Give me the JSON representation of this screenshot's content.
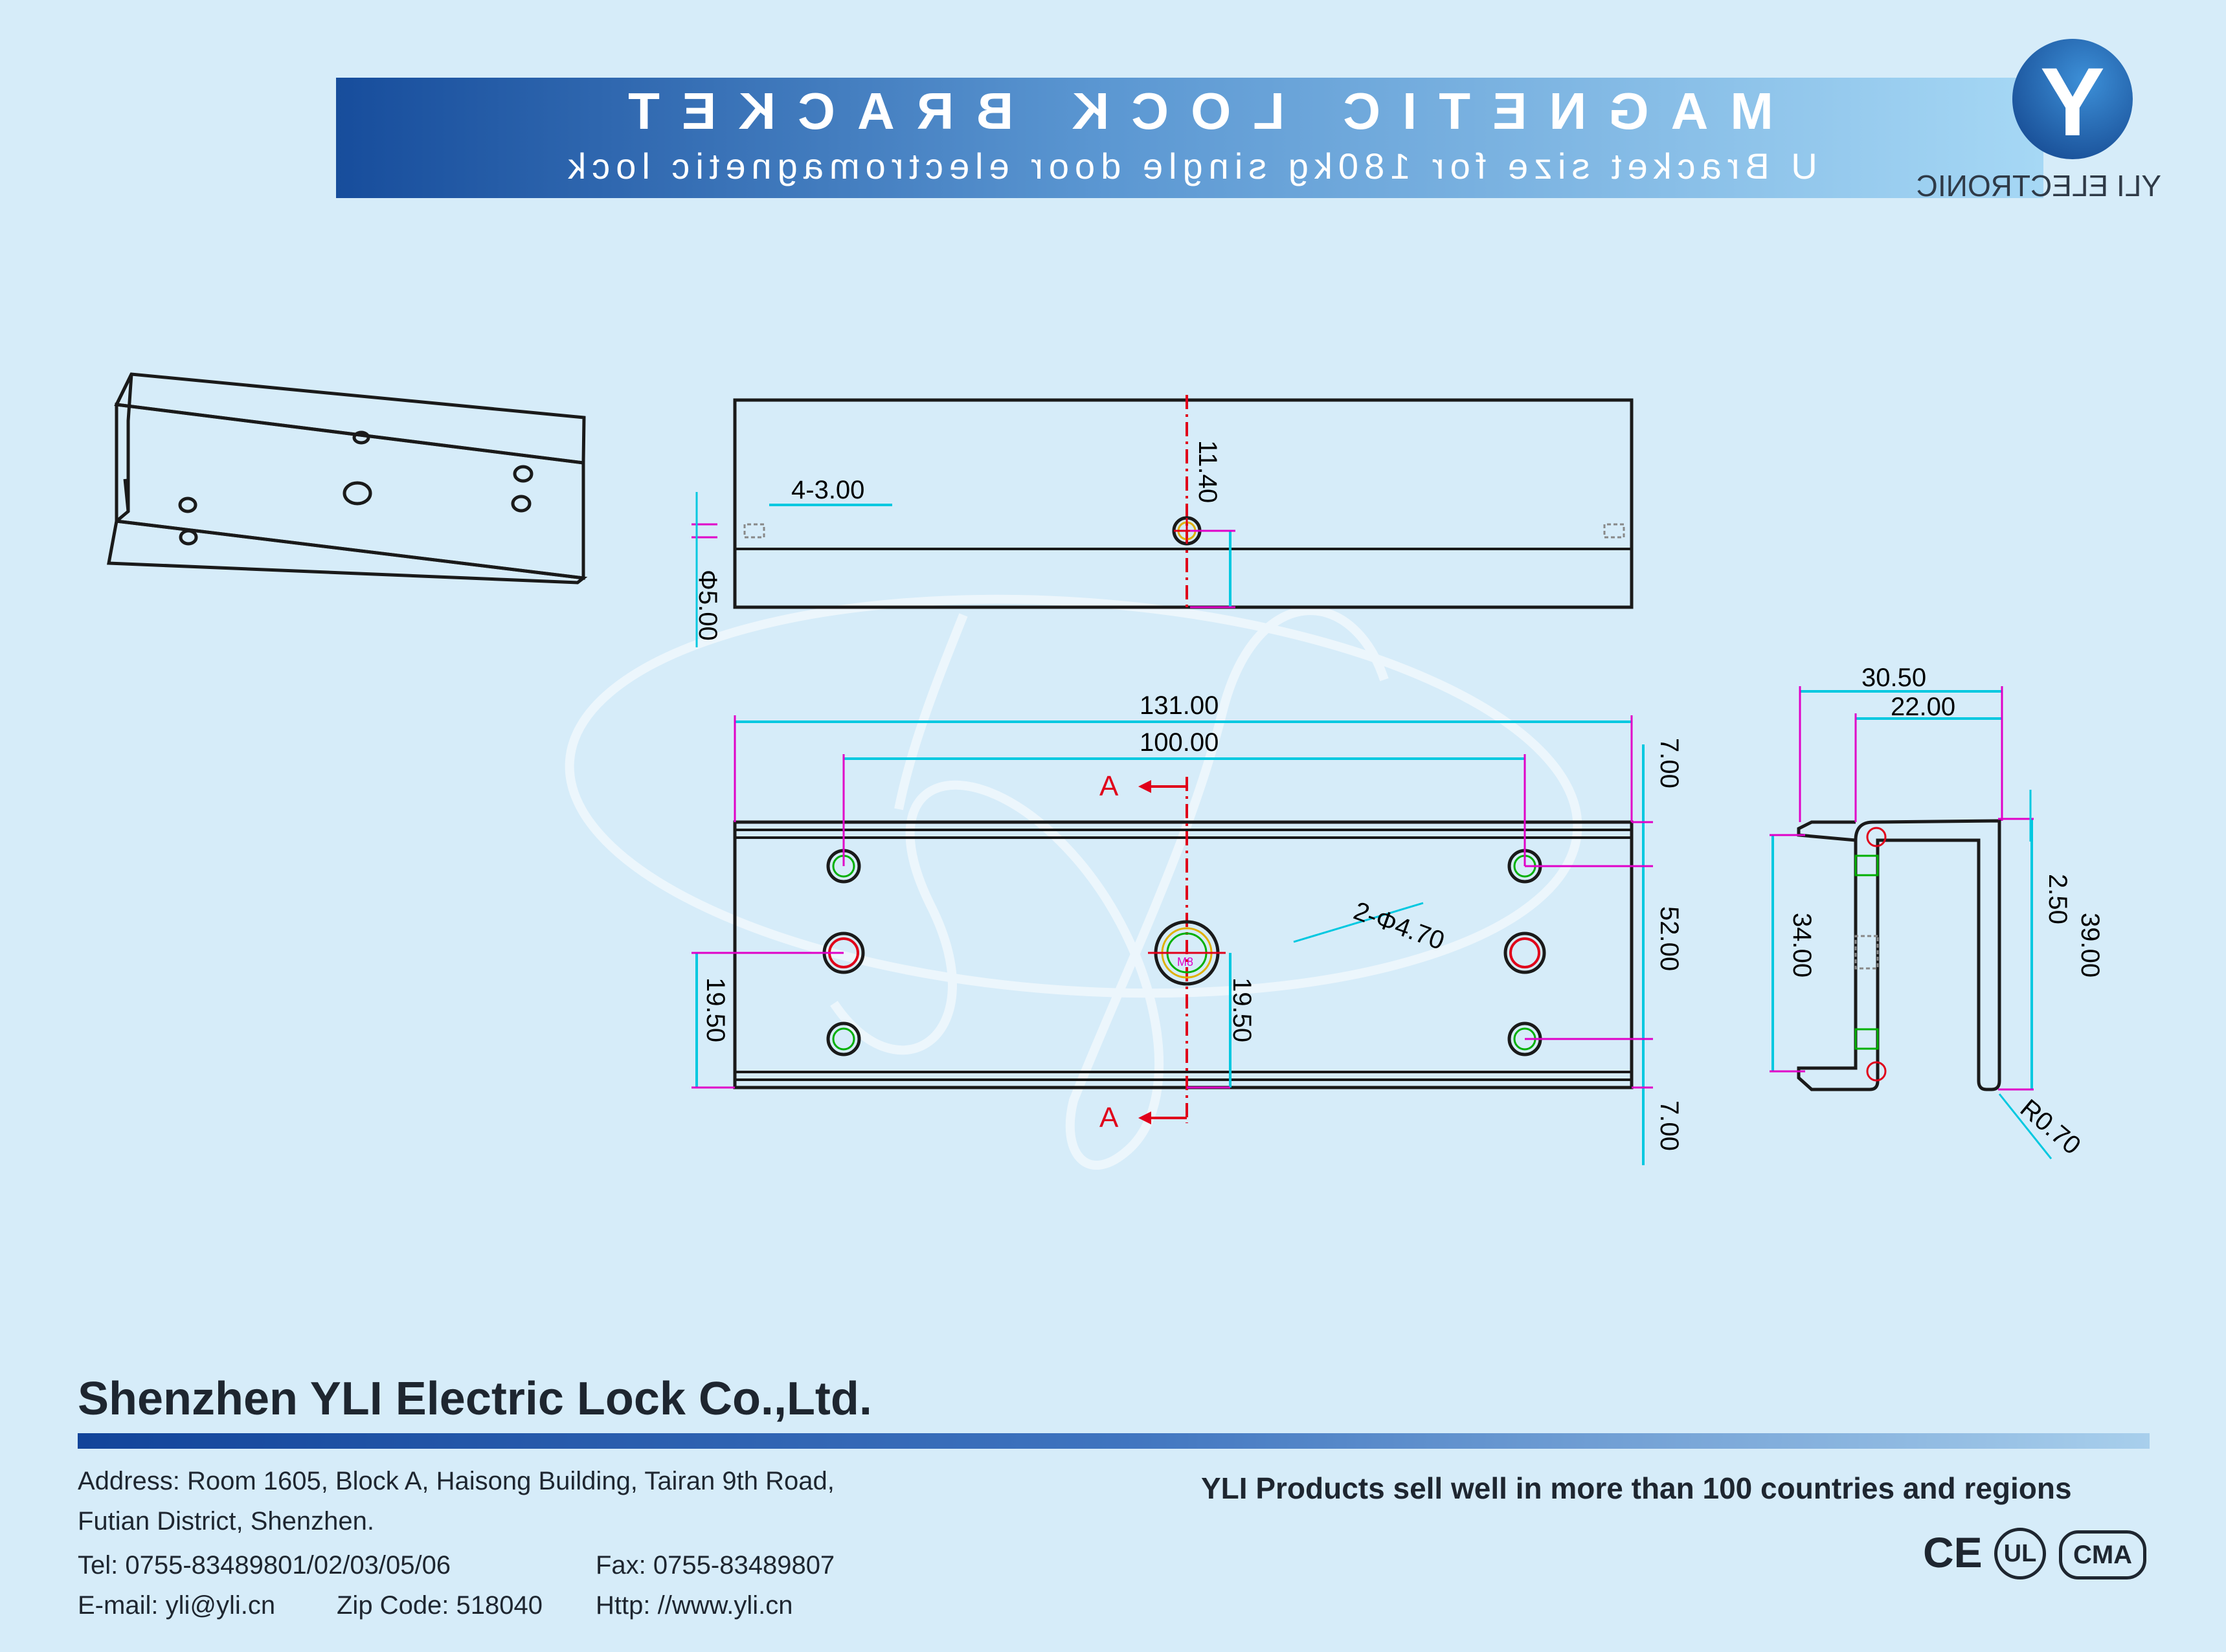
{
  "header": {
    "title": "MAGNETIC LOCK BRACKET",
    "subtitle": "U Bracket size for 180kg single door electromagnetic lock"
  },
  "logo": {
    "text": "YLI ELECTRONIC"
  },
  "drawing": {
    "top_view": {
      "dim_11_40": "11.40",
      "dim_4_3_00": "4-3.00",
      "dim_phi_5_00": "Φ5.00"
    },
    "front_view": {
      "dim_131_00": "131.00",
      "dim_100_00": "100.00",
      "dim_7_00_top": "7.00",
      "dim_7_00_bottom": "7.00",
      "dim_52_00": "52.00",
      "dim_19_50_left": "19.50",
      "dim_19_50_center": "19.50",
      "dim_2_phi_4_70": "2-Φ4.70",
      "section_label": "A",
      "m8_label": "M8"
    },
    "side_view": {
      "dim_30_50": "30.50",
      "dim_22_00": "22.00",
      "dim_34_00": "34.00",
      "dim_2_50": "2.50",
      "dim_39_00": "39.00",
      "dim_r0_70": "R0.70"
    }
  },
  "footer": {
    "company": "Shenzhen YLI Electric Lock Co.,Ltd.",
    "address_line1": "Address: Room 1605, Block A, Haisong Building, Tairan 9th Road,",
    "address_line2": "Futian District, Shenzhen.",
    "tel": "Tel: 0755-83489801/02/03/05/06",
    "fax": "Fax: 0755-83489807",
    "email": "E-mail: yli@yli.cn",
    "zip": "Zip Code: 518040",
    "http": "Http: //www.yli.cn",
    "slogan": "YLI Products sell well in more than 100 countries and regions",
    "certs": [
      "CE",
      "UL",
      "CMA"
    ]
  },
  "colors": {
    "background": "#d6ecf9",
    "banner_dark": "#174d9c",
    "banner_light": "#a6d8f5",
    "dimension_cyan": "#00c8e0",
    "extension_magenta": "#e000c8",
    "section_red": "#e0001a",
    "outline_dark": "#1a1a1a"
  }
}
